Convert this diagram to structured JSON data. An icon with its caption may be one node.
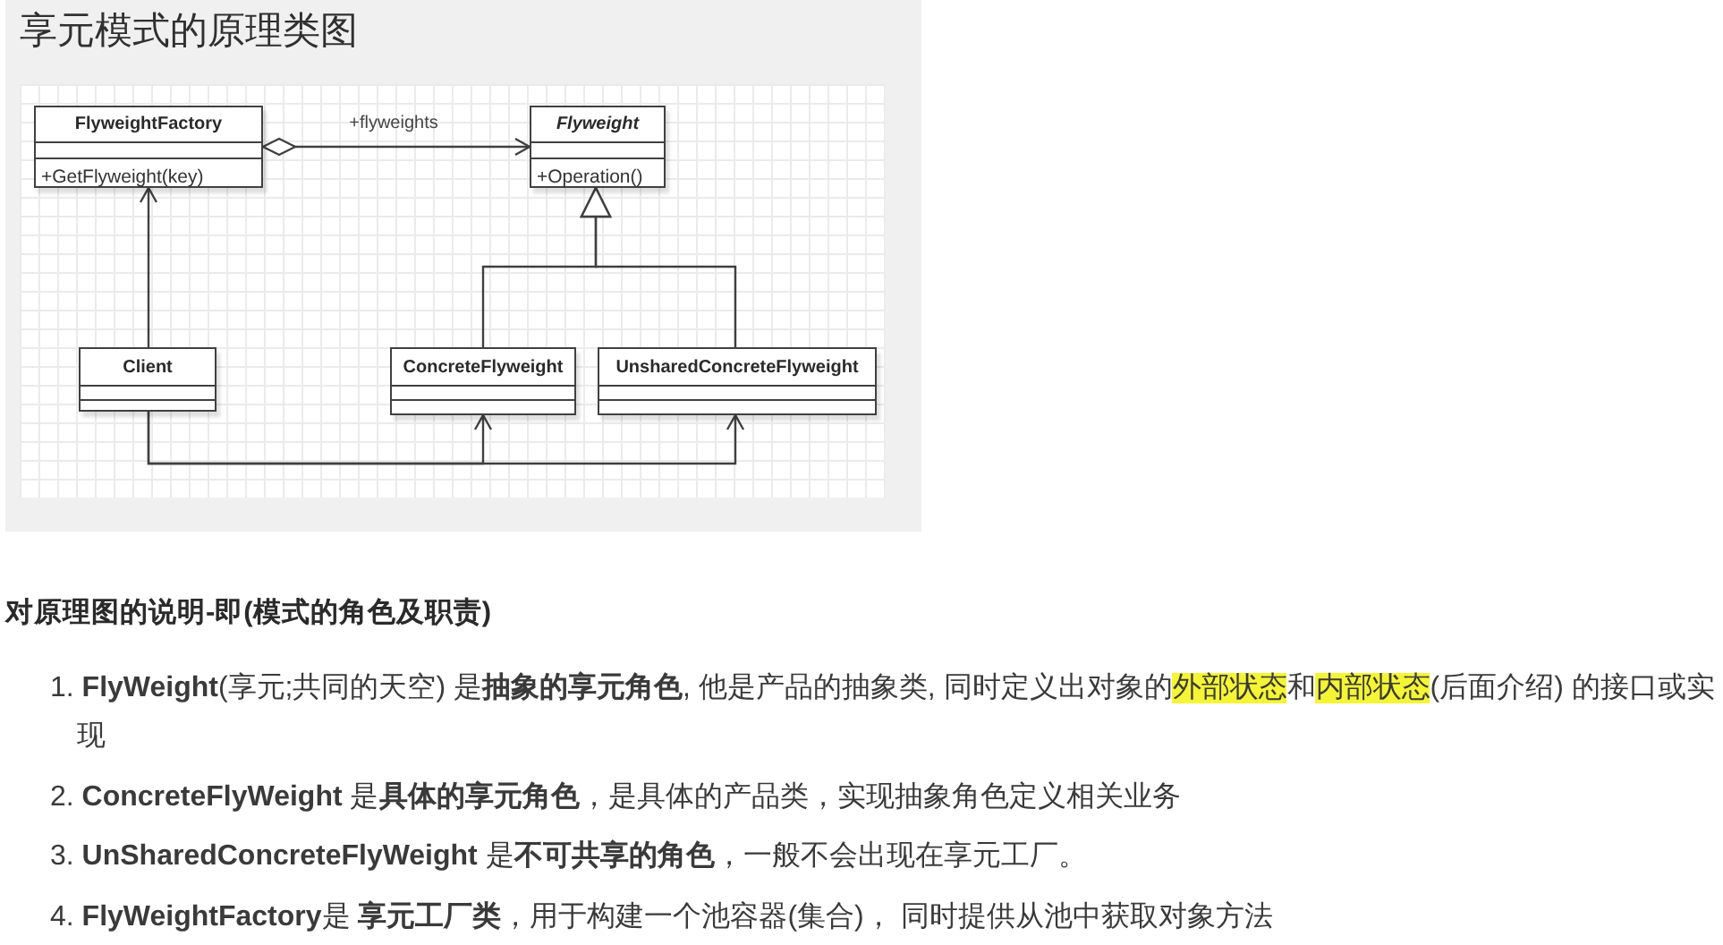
{
  "diagram": {
    "title": "享元模式的原理类图",
    "nodes": [
      {
        "text": [
          "FlyweightFactory",
          "+GetFlyweight(key)"
        ]
      },
      {
        "text": [
          "Flyweight",
          "+Operation()"
        ]
      },
      {
        "text": [
          "Client"
        ]
      },
      {
        "text": [
          "ConcreteFlyweight"
        ]
      },
      {
        "text": [
          "UnsharedConcreteFlyweight"
        ]
      }
    ],
    "edges": [
      {
        "from": 0,
        "to": 1,
        "arrow": "to",
        "label": "+flyweights"
      },
      {
        "from": 2,
        "to": 0,
        "arrow": "to"
      },
      {
        "from": 3,
        "to": 1,
        "arrow": "to"
      },
      {
        "from": 4,
        "to": 1,
        "arrow": "to"
      },
      {
        "from": 2,
        "to": 3,
        "arrow": "to"
      },
      {
        "from": 2,
        "to": 4,
        "arrow": "to"
      }
    ],
    "labels": [
      "对原理图的说明-即(模式的角色及职责)",
      "1. **FlyWeight**(享元;共同的天空) 是**抽象的享元角色**, 他是产品的抽象类, 同时定义出对象的外部状态和内部状态(后面介绍) 的接口或实现",
      "2. **ConcreteFlyWeight** 是**具体的享元角色**，是具体的产品类，实现抽象角色定义相关业务",
      "3. **UnSharedConcreteFlyWeight** 是**不可共享的角色**，一般不会出现在享元工厂。",
      "4. **FlyWeightFactory**是 **享元工厂类**，用于构建一个池容器(集合)， 同时提供从池中获取对象方法"
    ]
  }
}
